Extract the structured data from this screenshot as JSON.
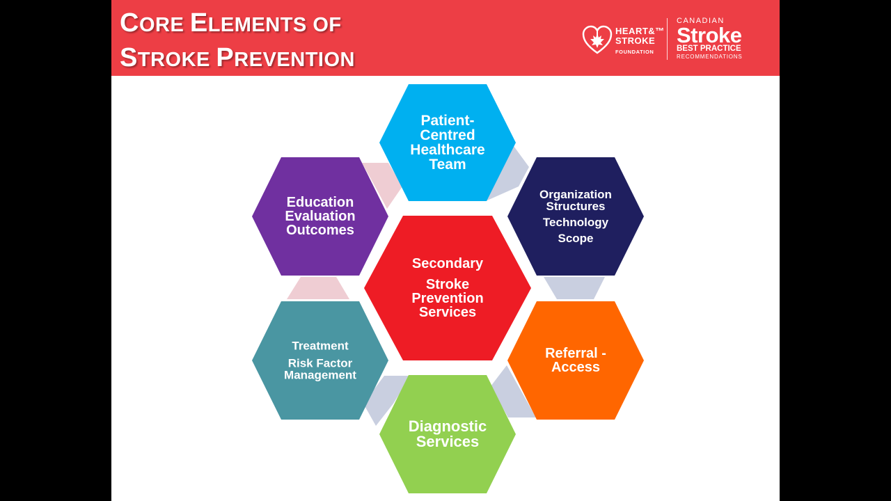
{
  "title": {
    "line1": [
      {
        "cap": "C",
        "rest": "ore "
      },
      {
        "cap": "E",
        "rest": "lements of"
      }
    ],
    "line2": [
      {
        "cap": "S",
        "rest": "troke "
      },
      {
        "cap": "P",
        "rest": "revention"
      }
    ]
  },
  "logos": {
    "heart_stroke": {
      "line1": "HEART&™",
      "line2": "STROKE",
      "line3": "FOUNDATION"
    },
    "csbp": {
      "line1": "CANADIAN",
      "line2": "Stroke",
      "line3": "BEST PRACTICE",
      "line4": "RECOMMENDATIONS"
    }
  },
  "colors": {
    "header": "#ed3e45",
    "center": "#ee1c25",
    "patient_team": "#00b0f0",
    "organization": "#1f1f5f",
    "referral": "#ff6600",
    "diagnostic": "#92d050",
    "treatment": "#4a96a2",
    "education": "#7030a0",
    "connector_blue": "#c9cfe0",
    "connector_pink": "#efcdd3"
  },
  "hexagons": {
    "center": {
      "lines": [
        "Secondary",
        "Stroke",
        "Prevention",
        "Services"
      ]
    },
    "patient_team": {
      "lines": [
        "Patient-",
        "Centred",
        "Healthcare",
        "Team"
      ]
    },
    "organization": {
      "lines": [
        "Organization",
        "Structures",
        "Technology",
        "Scope"
      ]
    },
    "referral": {
      "lines": [
        "Referral -",
        "Access"
      ]
    },
    "diagnostic": {
      "lines": [
        "Diagnostic",
        "Services"
      ]
    },
    "treatment": {
      "lines": [
        "Treatment",
        "Risk Factor",
        "Management"
      ]
    },
    "education": {
      "lines": [
        "Education",
        "Evaluation",
        "Outcomes"
      ]
    }
  }
}
